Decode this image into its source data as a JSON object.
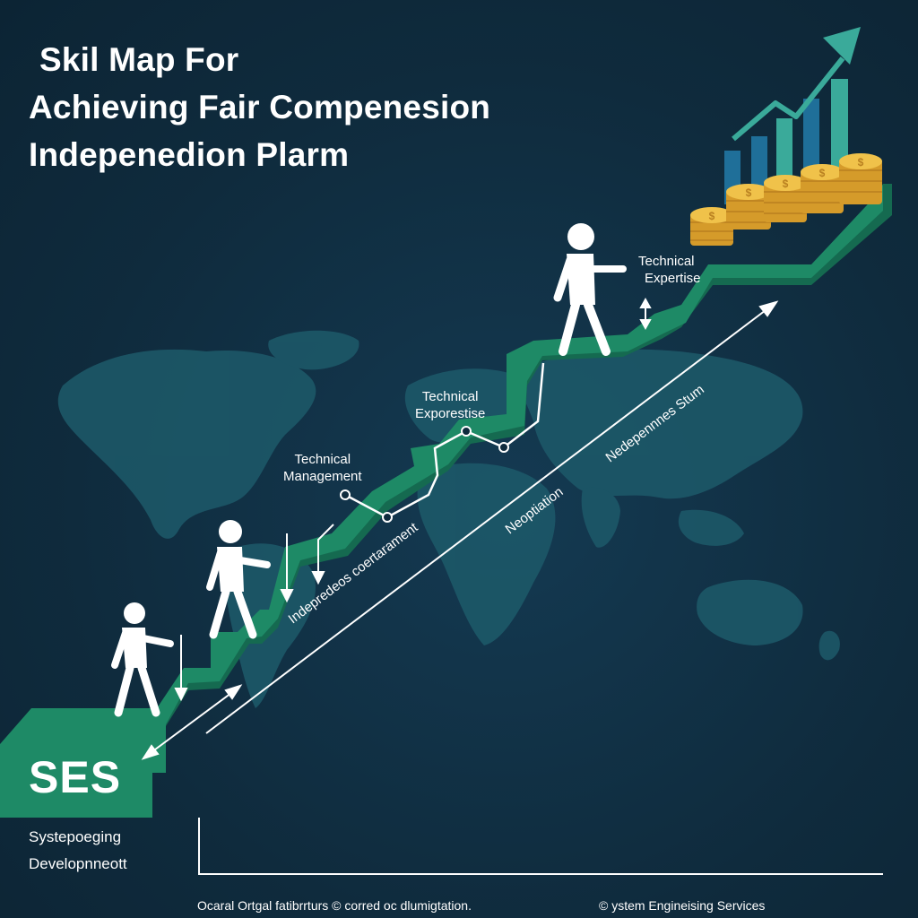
{
  "title": {
    "line1": "Skil Map For",
    "line2": "Achieving Fair Compenesion",
    "line3": "Indepenedion Plarm"
  },
  "labels": {
    "technical_expertise_top": [
      "Technical",
      "Expertise"
    ],
    "technical_exporestise": [
      "Technical",
      "Exporestise"
    ],
    "technical_management": [
      "Technical",
      "Management"
    ],
    "diagonal_independence": "Indepredeos coertarament",
    "diagonal_negotiation": "Neoptiation",
    "diagonal_independence_sum": "Nedepennnes Stum"
  },
  "brand": {
    "ses": "SES",
    "sub_line1": "Systepoeging",
    "sub_line2": "Developnneott"
  },
  "footer": {
    "left": "Ocaral Ortgal fatibrrturs © corred oc dlumigtation.",
    "right": "© ystem Engineising Services"
  },
  "colors": {
    "background": "#0f2b3d",
    "map": "#1d5a6a",
    "stairs": "#1e8a66",
    "stairs_dark": "#156a50",
    "figure": "#ffffff",
    "coin": "#e8b53a",
    "bar_accent": "#3aaa9a",
    "bar_blue": "#1f6f99"
  },
  "icons": [
    "person-icon",
    "coin-stack-icon",
    "growth-arrow-icon",
    "double-arrow-icon",
    "down-arrow-icon",
    "world-map"
  ]
}
